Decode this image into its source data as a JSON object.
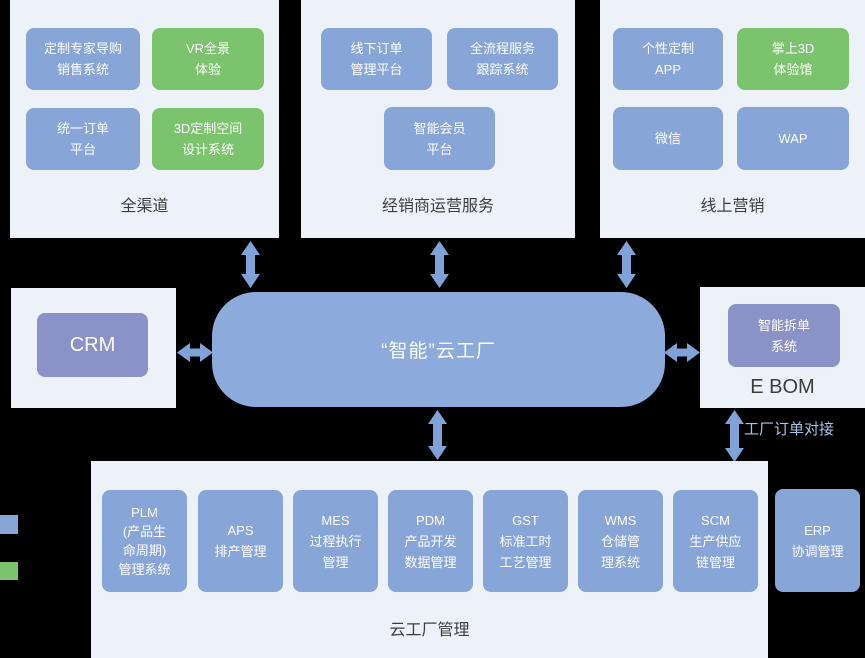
{
  "colors": {
    "background": "#000000",
    "panel": "#edf2f9",
    "blue_box": "#87a5d7",
    "green_box": "#7cc36e",
    "purple_box": "#8a92c7",
    "cloud_box": "#8cabdc",
    "arrow": "#7fa3d8",
    "box_text": "#ffffff",
    "label_text": "#3d3d3d",
    "link_label_text": "#a6c3e8"
  },
  "top_sections": [
    {
      "label": "全渠道",
      "boxes": [
        {
          "text": "定制专家导购\n销售系统"
        },
        {
          "text": "VR全景\n体验"
        },
        {
          "text": "统一订单\n平台"
        },
        {
          "text": "3D定制空间\n设计系统"
        }
      ]
    },
    {
      "label": "经销商运营服务",
      "boxes": [
        {
          "text": "线下订单\n管理平台"
        },
        {
          "text": "全流程服务\n跟踪系统"
        },
        {
          "text": "智能会员\n平台"
        }
      ]
    },
    {
      "label": "线上营销",
      "boxes": [
        {
          "text": "个性定制\nAPP"
        },
        {
          "text": "掌上3D\n体验馆"
        },
        {
          "text": "微信"
        },
        {
          "text": "WAP"
        }
      ]
    }
  ],
  "middle": {
    "crm_label": "CRM",
    "cloud_label": "“智能”云工厂",
    "ebom_box": "智能拆单\n系统",
    "ebom_label": "E BOM",
    "factory_order_label": "工厂订单对接"
  },
  "bottom": {
    "label": "云工厂管理",
    "boxes": [
      {
        "text": "PLM\n(产品生\n命周期)\n管理系统"
      },
      {
        "text": "APS\n排产管理"
      },
      {
        "text": "MES\n过程执行\n管理"
      },
      {
        "text": "PDM\n产品开发\n数据管理"
      },
      {
        "text": "GST\n标准工时\n工艺管理"
      },
      {
        "text": "WMS\n仓储管\n理系统"
      },
      {
        "text": "SCM\n生产供应\n链管理"
      }
    ],
    "erp_box": "ERP\n协调管理"
  }
}
